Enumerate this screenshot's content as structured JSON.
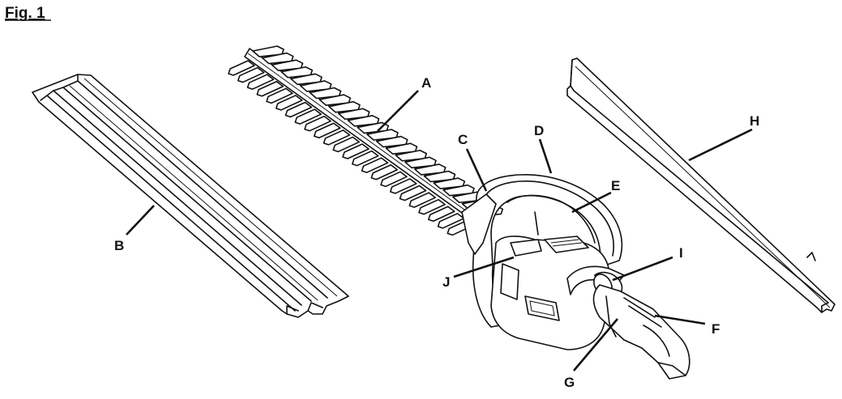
{
  "figure": {
    "title": "Fig. 1",
    "callouts": {
      "A": "A",
      "B": "B",
      "C": "C",
      "D": "D",
      "E": "E",
      "F": "F",
      "G": "G",
      "H": "H",
      "I": "I",
      "J": "J"
    }
  }
}
